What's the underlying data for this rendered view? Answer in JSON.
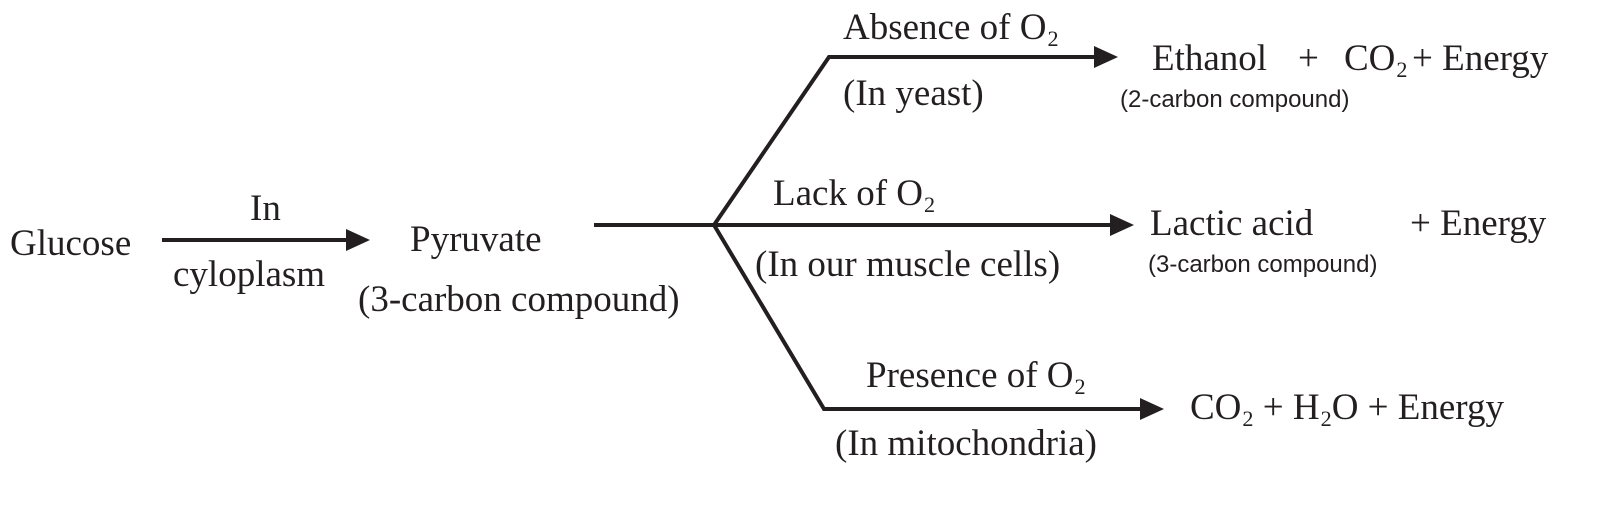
{
  "start": {
    "substrate": "Glucose"
  },
  "step1": {
    "label_top": "In",
    "label_bottom": "cyloplasm"
  },
  "pyruvate": {
    "name": "Pyruvate",
    "note": "(3-carbon compound)"
  },
  "branches": {
    "yeast": {
      "condition_main": "Absence of O",
      "condition_sub": "2",
      "location": "(In yeast)",
      "product_1": "Ethanol",
      "plus": "+",
      "product_2_main": "CO",
      "product_2_sub": "2",
      "product_3": "+ Energy",
      "product_note": "(2-carbon compound)"
    },
    "muscle": {
      "condition_main": "Lack of O",
      "condition_sub": "2",
      "location": "(In our muscle cells)",
      "product_1": "Lactic acid",
      "product_2": "+ Energy",
      "product_note": "(3-carbon compound)"
    },
    "mitochondria": {
      "condition_main": "Presence of O",
      "condition_sub": "2",
      "location": "(In mitochondria)",
      "product_a_main": "CO",
      "product_a_sub": "2",
      "product_b_main": "+ H",
      "product_b_sub": "2",
      "product_b_rest": "O + Energy"
    }
  },
  "colors": {
    "ink": "#231f20"
  }
}
